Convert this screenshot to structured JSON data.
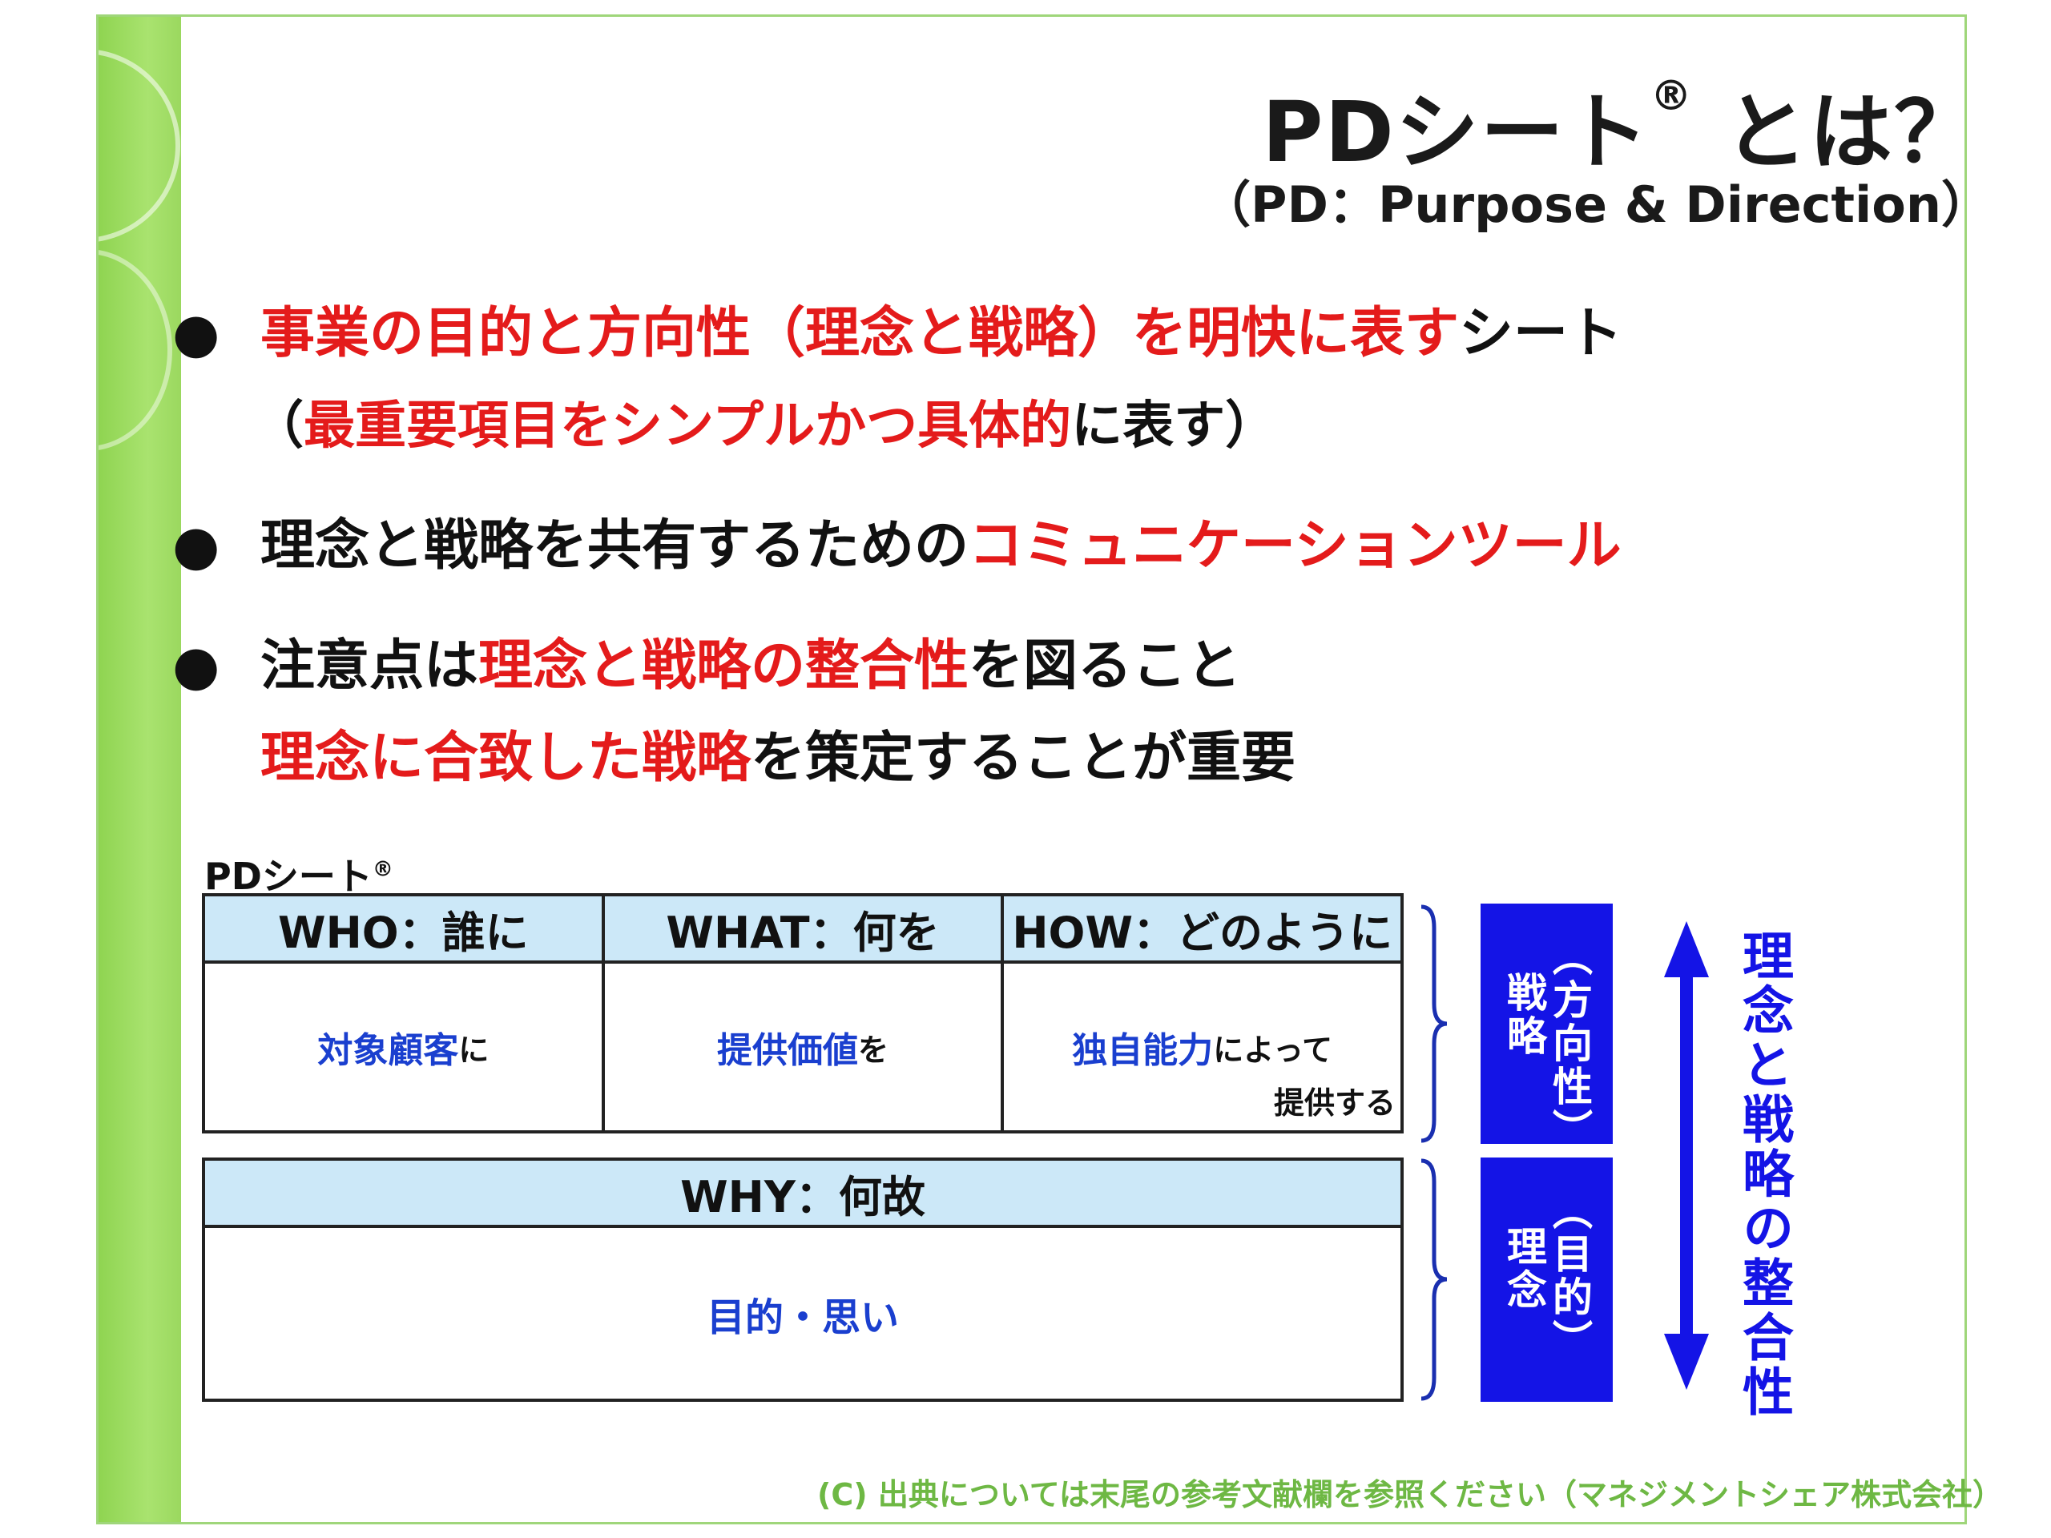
{
  "title": {
    "main": "PDシート",
    "reg": "®",
    "tail": " とは？",
    "subtitle": "（PD：Purpose & Direction）"
  },
  "bullets": [
    {
      "dot": "●",
      "red": "事業の目的と方向性（理念と戦略）を明快に表す",
      "black": "シート",
      "line2_open": "（",
      "line2_red": "最重要項目をシンプルかつ具体的",
      "line2_black": "に表す）"
    },
    {
      "dot": "●",
      "black": "理念と戦略を共有するための",
      "red": "コミュニケーションツール"
    },
    {
      "dot": "●",
      "black1": "注意点は",
      "red1": "理念と戦略の整合性",
      "black2": "を図ること",
      "line2_red": "理念に合致した戦略",
      "line2_black": "を策定することが重要"
    }
  ],
  "sheet": {
    "label": "PDシート",
    "reg": "®",
    "columns": [
      {
        "head": "WHO：誰に",
        "blue": "対象顧客",
        "small": "に",
        "extra": ""
      },
      {
        "head": "WHAT：何を",
        "blue": "提供価値",
        "small": "を",
        "extra": ""
      },
      {
        "head": "HOW：どのように",
        "blue": "独自能力",
        "small": "によって",
        "extra": "提供する"
      }
    ],
    "why": {
      "head": "WHY：何故",
      "body": "目的・思い"
    }
  },
  "side": {
    "strategy_label": "戦略",
    "strategy_sub": "（方向性）",
    "philosophy_label": "理念",
    "philosophy_sub": "（目的）",
    "alignment": "理念と戦略の整合性"
  },
  "footer": "(C) 出典については末尾の参考文献欄を参照ください（マネジメントシェア株式会社）",
  "colors": {
    "accent_red": "#e41b1b",
    "accent_blue": "#1414e6",
    "header_fill": "#cce8f8",
    "green": "#8fd451"
  }
}
